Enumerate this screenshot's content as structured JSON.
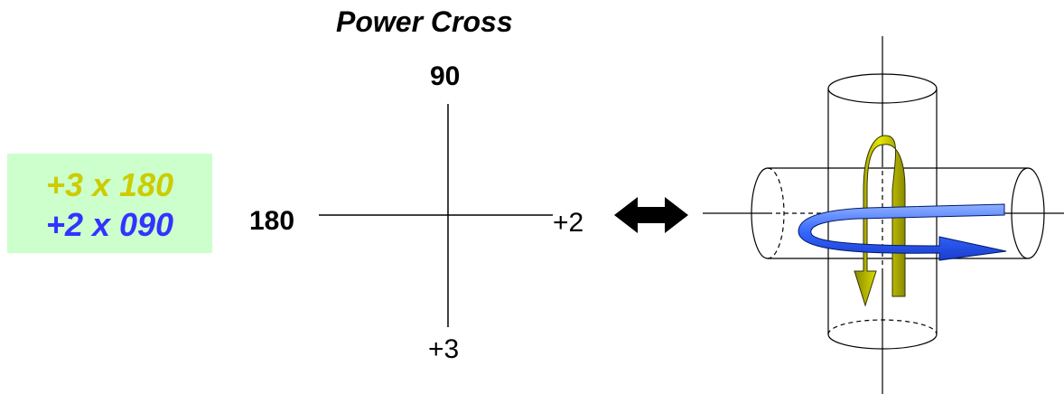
{
  "title": "Power Cross",
  "cross": {
    "top_label": "90",
    "left_label": "180",
    "right_label": "+2",
    "bottom_label": "+3"
  },
  "prescription": {
    "line1": "+3 x 180",
    "line2": "+2 x 090",
    "line1_color": "#cccc00",
    "line2_color": "#3333ff",
    "box_color": "#ccffcc"
  },
  "colors": {
    "yellow_arrow": "#cccc00",
    "blue_arrow": "#3366ff"
  },
  "icons": {
    "equivalence": "double-arrow-icon"
  }
}
